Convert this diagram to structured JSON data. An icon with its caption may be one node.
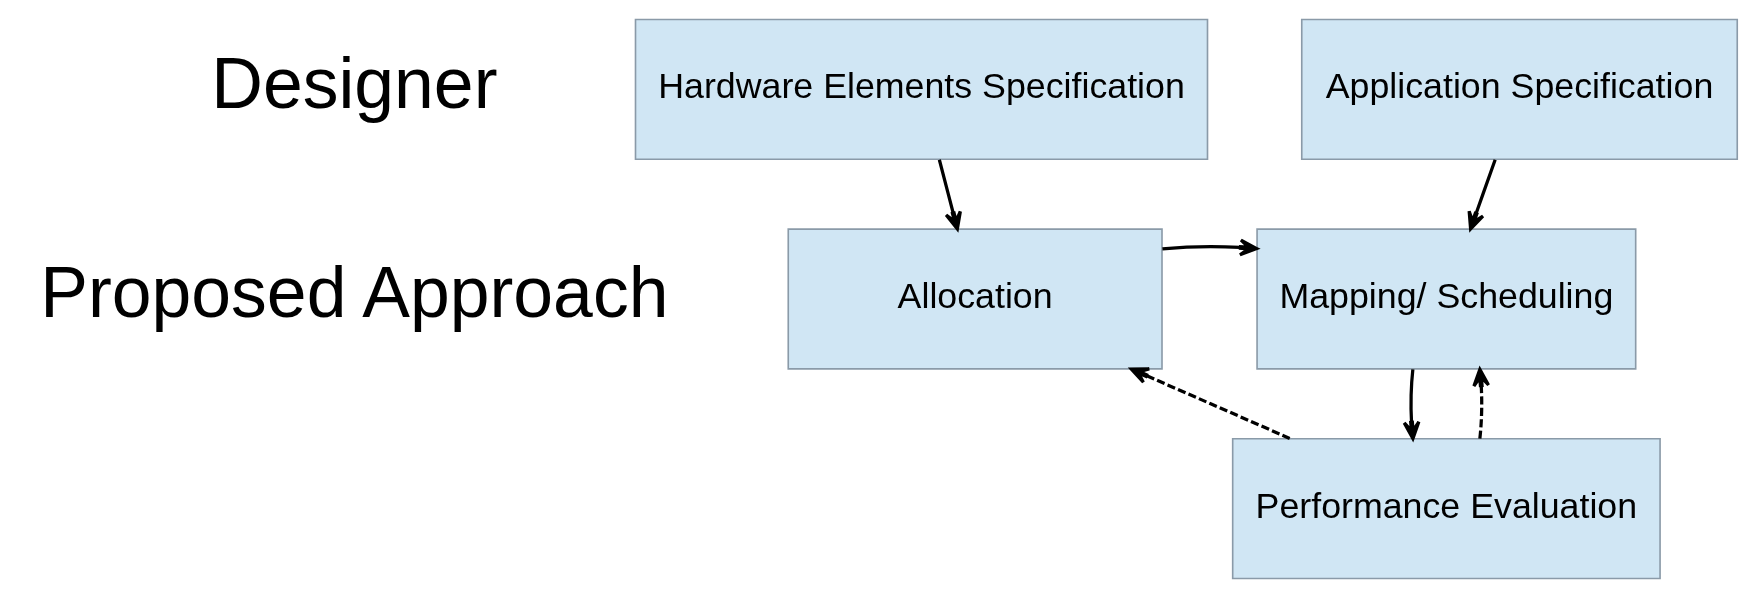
{
  "diagram": {
    "nodes": [
      {
        "text": [
          "Hardware Elements Specification"
        ]
      },
      {
        "text": [
          "Application Specification"
        ]
      },
      {
        "text": [
          "Allocation"
        ]
      },
      {
        "text": [
          "Mapping/ Scheduling"
        ]
      },
      {
        "text": [
          "Performance Evaluation"
        ]
      }
    ],
    "edges": [
      {
        "from": 0,
        "to": 2,
        "arrow": "to"
      },
      {
        "from": 1,
        "to": 3,
        "arrow": "to"
      },
      {
        "from": 2,
        "to": 3,
        "arrow": "to"
      },
      {
        "from": 3,
        "to": 4,
        "arrow": "to"
      },
      {
        "from": 4,
        "to": 2,
        "arrow": "to",
        "style": "dashed"
      },
      {
        "from": 4,
        "to": 3,
        "arrow": "to",
        "style": "dashed"
      }
    ],
    "labels": [
      "Designer",
      "Proposed Approach"
    ]
  }
}
